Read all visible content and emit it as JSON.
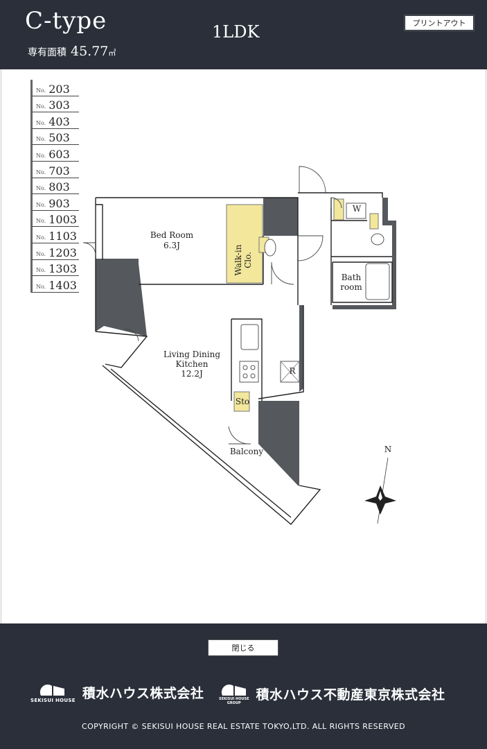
{
  "header": {
    "type_title": "C-type",
    "area_label": "専有面積",
    "area_value": "45.77",
    "area_unit": "㎡",
    "plan_type": "1LDK",
    "print_label": "プリントアウト"
  },
  "units": [
    {
      "no": "No.",
      "num": "203"
    },
    {
      "no": "No.",
      "num": "303"
    },
    {
      "no": "No.",
      "num": "403"
    },
    {
      "no": "No.",
      "num": "503"
    },
    {
      "no": "No.",
      "num": "603"
    },
    {
      "no": "No.",
      "num": "703"
    },
    {
      "no": "No.",
      "num": "803"
    },
    {
      "no": "No.",
      "num": "903"
    },
    {
      "no": "No.",
      "num": "1003"
    },
    {
      "no": "No.",
      "num": "1103"
    },
    {
      "no": "No.",
      "num": "1203"
    },
    {
      "no": "No.",
      "num": "1303"
    },
    {
      "no": "No.",
      "num": "1403"
    }
  ],
  "floorplan": {
    "bedroom_name": "Bed Room",
    "bedroom_size": "6.3J",
    "walkin_line1": "Walk-in",
    "walkin_line2": "Clo.",
    "washer": "W",
    "bath_line1": "Bath",
    "bath_line2": "room",
    "ldk_line1": "Living Dining",
    "ldk_line2": "Kitchen",
    "ldk_size": "12.2J",
    "fridge": "R",
    "storage": "Sto",
    "balcony": "Balcony",
    "compass_north": "N"
  },
  "footer": {
    "close_label": "閉じる",
    "logo1_caption": "SEKISUI HOUSE",
    "logo1_company": "積水ハウス株式会社",
    "logo2_caption_line1": "SEKISUI HOUSE",
    "logo2_caption_line2": "GROUP",
    "logo2_company": "積水ハウス不動産東京株式会社",
    "copyright": "COPYRIGHT © SEKISUI HOUSE REAL ESTATE TOKYO,LTD. ALL RIGHTS RESERVED"
  },
  "colors": {
    "header_bg": "#2a2f3a",
    "wall_dark": "#55585c",
    "closet_yellow": "#f2e79b"
  }
}
